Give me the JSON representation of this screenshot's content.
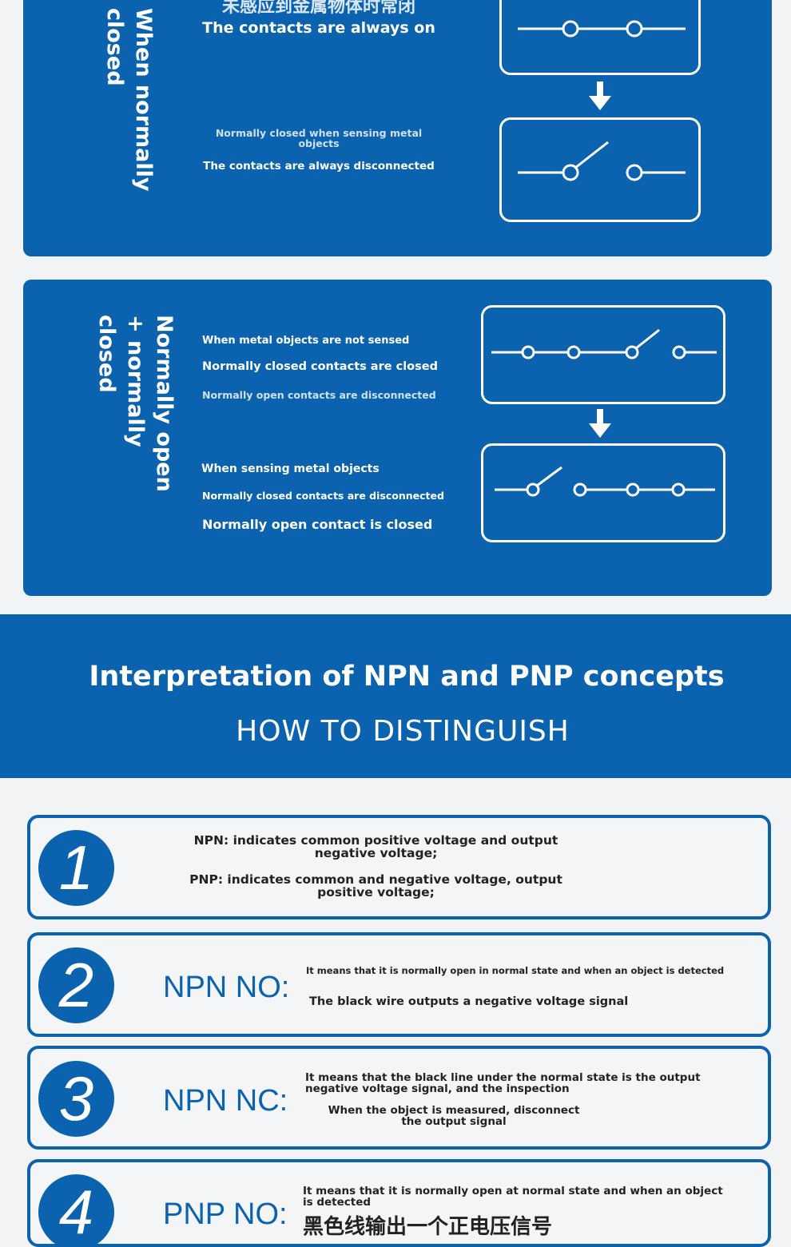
{
  "nc_card": {
    "vertical_title": "When normally closed",
    "chinese_heading": "未感应到金属物体时常闭",
    "line1": "The contacts are always on",
    "line2": "Normally closed when sensing metal objects",
    "line3": "The contacts are always disconnected"
  },
  "nonc_card": {
    "vertical_title": "Normally open + normally closed",
    "line1": "When metal objects are not sensed",
    "line2": "Normally closed contacts are closed",
    "line3": "Normally open contacts are disconnected",
    "line4": "When sensing metal objects",
    "line5": "Normally closed contacts are disconnected",
    "line6": "Normally open contact is closed"
  },
  "banner": {
    "title": "Interpretation of NPN and PNP concepts",
    "subtitle": "HOW TO DISTINGUISH"
  },
  "rows": [
    {
      "number": "1",
      "text1": "NPN: indicates common positive voltage and output negative voltage;",
      "text2": "PNP: indicates common and negative voltage, output positive voltage;"
    },
    {
      "number": "2",
      "label": "NPN NO:",
      "text1": "It means that it is normally open in normal state and when an object is detected",
      "text2": "The black wire outputs a negative voltage signal"
    },
    {
      "number": "3",
      "label": "NPN NC:",
      "text1": "It means that the black line under the normal state is the output negative voltage signal, and the inspection",
      "text2": "When the object is measured, disconnect the output signal"
    },
    {
      "number": "4",
      "label": "PNP NO:",
      "text1": "It means that it is normally open at normal state and when an object is detected",
      "text2": "黑色线输出一个正电压信号"
    }
  ],
  "colors": {
    "brand_blue": "#0b63b0",
    "background": "#f2f3f5"
  }
}
